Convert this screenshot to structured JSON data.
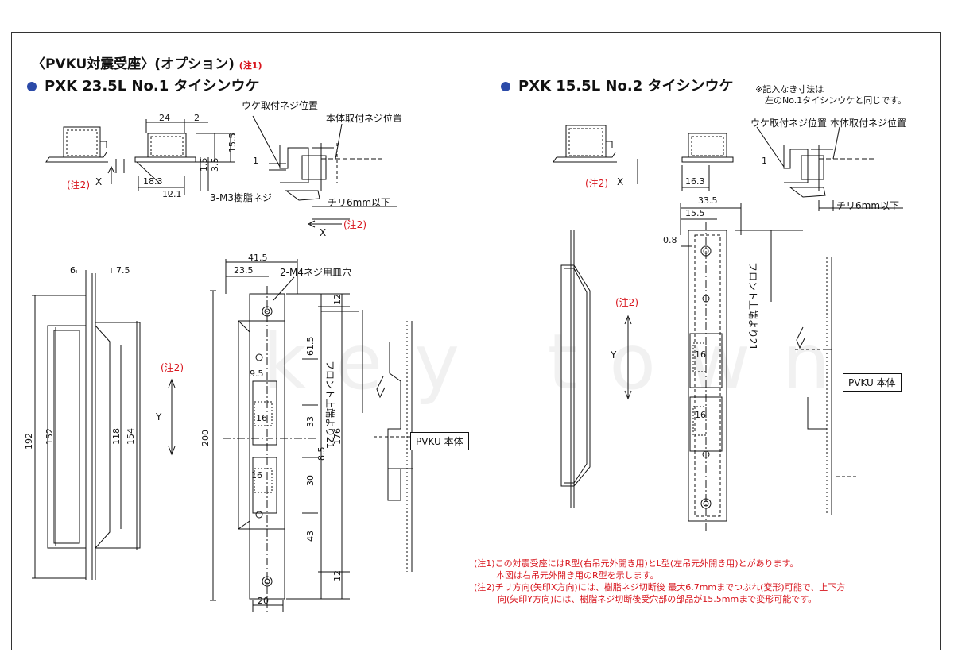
{
  "header": {
    "section_title": "〈PVKU対震受座〉(オプション)",
    "section_note": "(注1)"
  },
  "left": {
    "title": "PXK 23.5L No.1 タイシンウケ",
    "labels": {
      "uke_screw": "ウケ取付ネジ位置",
      "body_screw": "本体取付ネジ位置",
      "chiri": "チリ6mm以下",
      "resin_screw": "3-M3樹脂ネジ",
      "m4_hole": "2-M4ネジ用皿穴",
      "front_top": "フロント上端より21",
      "pvku_body": "PVKU 本体",
      "note2_a": "(注2)",
      "note2_b": "(注2)",
      "note2_c": "(注2)",
      "x_a": "X",
      "x_b": "X",
      "y": "Y"
    },
    "dims": {
      "d24": "24",
      "d2": "2",
      "d15_5": "15.5",
      "d3_5": "3.5",
      "d1_5": "1.5",
      "d18_3": "18.3",
      "d12_1": "12.1",
      "d1": "1",
      "d6": "6",
      "d7_5": "7.5",
      "d192": "192",
      "d152": "152",
      "d118": "118",
      "d154": "154",
      "d41_5": "41.5",
      "d23_5": "23.5",
      "d12a": "12",
      "d61_5": "61.5",
      "d9_5": "9.5",
      "d16a": "16",
      "d33": "33",
      "d8_5": "8.5",
      "d16b": "16",
      "d30": "30",
      "d43": "43",
      "d12b": "12",
      "d20": "20",
      "d200": "200",
      "d176": "176"
    }
  },
  "right": {
    "title": "PXK 15.5L No.2 タイシンウケ",
    "remark_1": "※記入なき寸法は",
    "remark_2": "左のNo.1タイシンウケと同じです。",
    "labels": {
      "uke_screw": "ウケ取付ネジ位置",
      "body_screw": "本体取付ネジ位置",
      "chiri": "チリ6mm以下",
      "front_top": "フロント上端より21",
      "pvku_body": "PVKU 本体",
      "note2_a": "(注2)",
      "note2_b": "(注2)",
      "x": "X",
      "y": "Y"
    },
    "dims": {
      "d16_3": "16.3",
      "d1": "1",
      "d33_5": "33.5",
      "d15_5": "15.5",
      "d0_8": "0.8",
      "d16a": "16",
      "d16b": "16"
    }
  },
  "notes": {
    "n1_line1": "(注1)この対震受座にはR型(右吊元外開き用)とL型(左吊元外開き用)とがあります。",
    "n1_line2": "本図は右吊元外開き用のR型を示します。",
    "n2_line1": "(注2)チリ方向(矢印X方向)には、樹脂ネジ切断後 最大6.7mmまでつぶれ(変形)可能で、上下方",
    "n2_line2": "向(矢印Y方向)には、樹脂ネジ切断後受穴部の部品が15.5mmまで変形可能です。"
  },
  "watermark": "key town",
  "colors": {
    "accent_red": "#d8141c",
    "bullet_blue": "#2b4aa8",
    "line": "#111111"
  }
}
